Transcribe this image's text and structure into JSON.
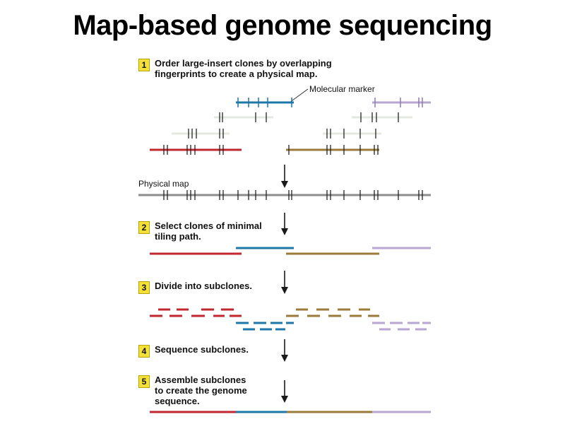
{
  "title": "Map-based genome sequencing",
  "steps": [
    {
      "number": "1",
      "text": "Order large-insert clones by overlapping\nfingerprints to create a physical map."
    },
    {
      "number": "2",
      "text": "Select clones of minimal\ntiling path."
    },
    {
      "number": "3",
      "text": "Divide into subclones."
    },
    {
      "number": "4",
      "text": "Sequence subclones."
    },
    {
      "number": "5",
      "text": "Assemble subclones\nto create the genome\nsequence."
    }
  ],
  "labels": {
    "molecular_marker": "Molecular marker",
    "physical_map": "Physical map"
  },
  "colors": {
    "red_clone": "#c1272d",
    "blue_clone": "#1f77a8",
    "brown_clone": "#9b7a3a",
    "lavender_clone": "#b7a6d2",
    "faint_clone": "#e4e8df",
    "map_line": "#8c8c8c",
    "arrow": "#1a1a1a",
    "step_badge": "#f3e03a"
  }
}
